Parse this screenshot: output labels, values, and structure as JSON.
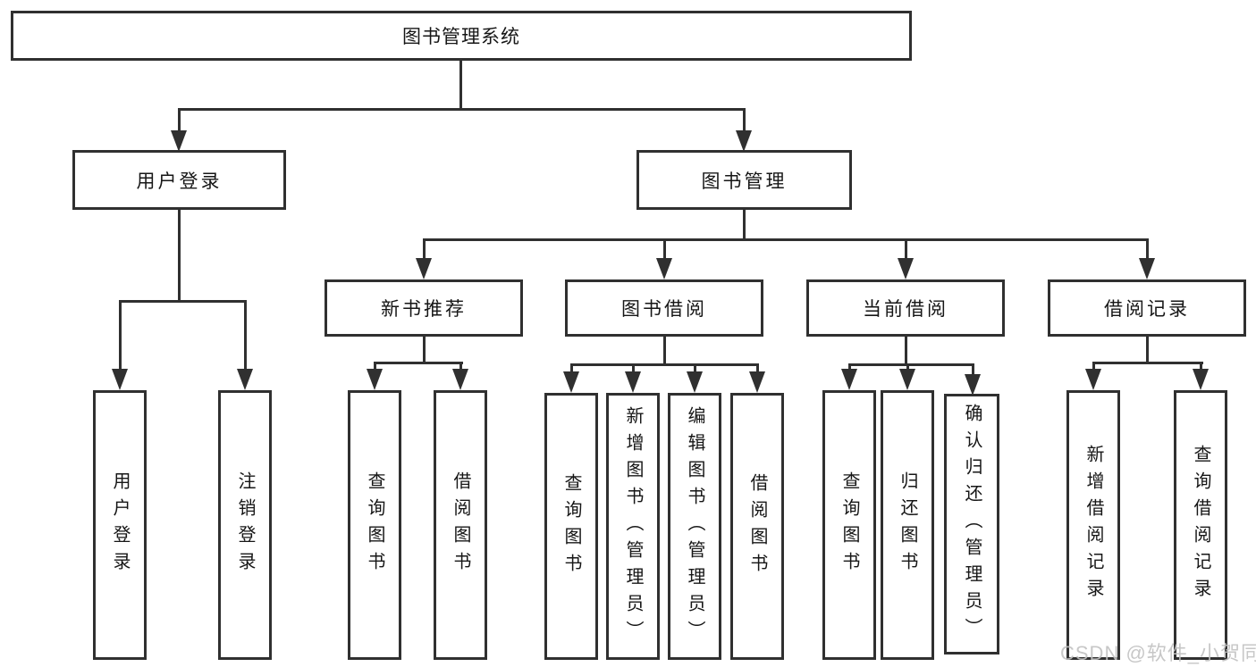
{
  "tree": {
    "root": {
      "label": "图书管理系统",
      "children": [
        {
          "label": "用户登录",
          "children": [
            {
              "label": "用户登录"
            },
            {
              "label": "注销登录"
            }
          ]
        },
        {
          "label": "图书管理",
          "children": [
            {
              "label": "新书推荐",
              "children": [
                {
                  "label": "查询图书"
                },
                {
                  "label": "借阅图书"
                }
              ]
            },
            {
              "label": "图书借阅",
              "children": [
                {
                  "label": "查询图书"
                },
                {
                  "label": "新增图书（管理员）"
                },
                {
                  "label": "编辑图书（管理员）"
                },
                {
                  "label": "借阅图书"
                }
              ]
            },
            {
              "label": "当前借阅",
              "children": [
                {
                  "label": "查询图书"
                },
                {
                  "label": "归还图书"
                },
                {
                  "label": "确认归还（管理员）"
                }
              ]
            },
            {
              "label": "借阅记录",
              "children": [
                {
                  "label": "新增借阅记录"
                },
                {
                  "label": "查询借阅记录"
                }
              ]
            }
          ]
        }
      ]
    }
  },
  "watermark": {
    "text": "CSDN @软件_小贺同学"
  },
  "colors": {
    "line": "#303030",
    "text": "#161616",
    "bg": "#ffffff",
    "watermark": "#c2c2c2"
  }
}
